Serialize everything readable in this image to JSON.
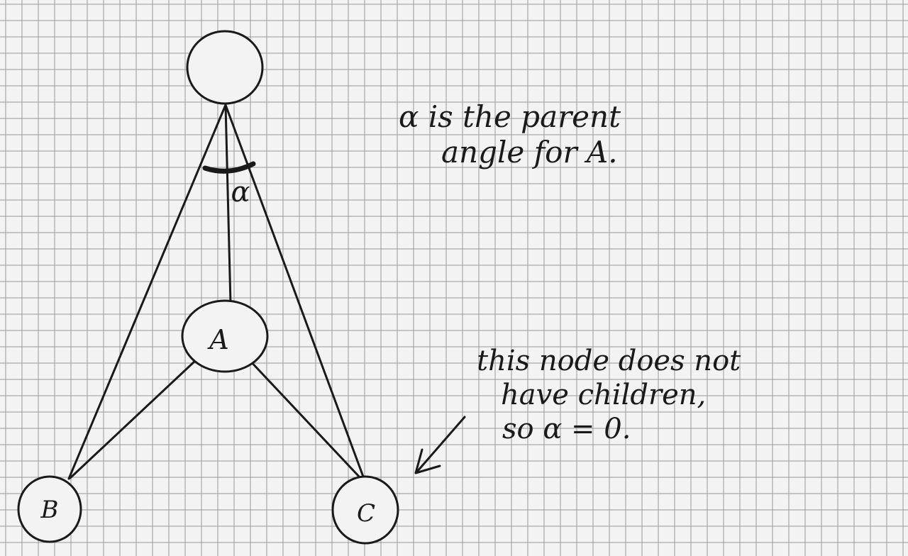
{
  "colors": {
    "paper": "#f3f3f3",
    "grid": "#9a9a9a",
    "ink": "#1a1a1a"
  },
  "diagram": {
    "nodes": [
      {
        "id": "root",
        "label": ""
      },
      {
        "id": "A",
        "label": "A"
      },
      {
        "id": "B",
        "label": "B"
      },
      {
        "id": "C",
        "label": "C"
      }
    ],
    "edges": [
      {
        "from": "root",
        "to": "A"
      },
      {
        "from": "root",
        "to": "B"
      },
      {
        "from": "root",
        "to": "C"
      },
      {
        "from": "A",
        "to": "B"
      },
      {
        "from": "A",
        "to": "C"
      }
    ],
    "angle_label": "α"
  },
  "notes": {
    "parent_angle": {
      "line1": "α is the parent",
      "line2": "angle for A."
    },
    "no_children": {
      "line1": "this node does not",
      "line2": "have children,",
      "line3": "so α = 0."
    }
  }
}
